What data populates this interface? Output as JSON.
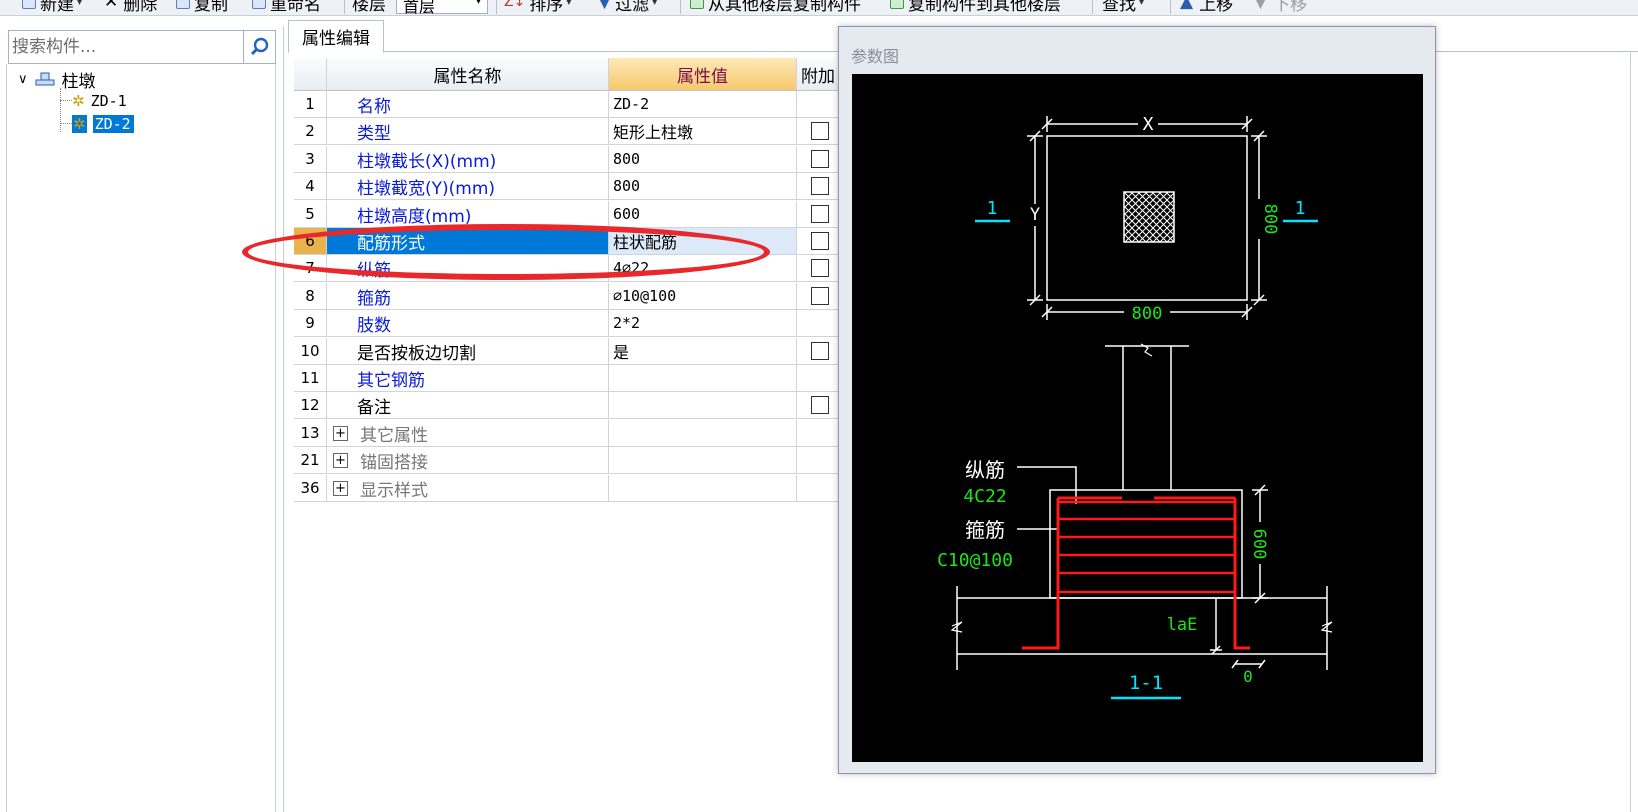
{
  "toolbar": {
    "new_label": "新建",
    "delete_label": "删除",
    "copy_label": "复制",
    "rename_label": "重命名",
    "floor_label": "楼层",
    "floor_value": "首层",
    "sort_label": "排序",
    "filter_label": "过滤",
    "copy_from_floor_label": "从其他楼层复制构件",
    "copy_to_floor_label": "复制构件到其他楼层",
    "find_label": "查找",
    "move_up_label": "上移",
    "move_down_label": "下移"
  },
  "search": {
    "placeholder": "搜索构件..."
  },
  "tree": {
    "root": {
      "label": "柱墩"
    },
    "children": [
      {
        "label": "ZD-1",
        "selected": false
      },
      {
        "label": "ZD-2",
        "selected": true
      }
    ]
  },
  "tabs": [
    {
      "label": "属性编辑"
    }
  ],
  "grid": {
    "headers": {
      "name": "属性名称",
      "value": "属性值",
      "extra": "附加"
    },
    "rows": [
      {
        "num": "1",
        "name": "名称",
        "value": "ZD-2",
        "check": false,
        "color": "blue"
      },
      {
        "num": "2",
        "name": "类型",
        "value": "矩形上柱墩",
        "check": true,
        "color": "blue"
      },
      {
        "num": "3",
        "name": "柱墩截长(X)(mm)",
        "value": "800",
        "check": true,
        "color": "blue"
      },
      {
        "num": "4",
        "name": "柱墩截宽(Y)(mm)",
        "value": "800",
        "check": true,
        "color": "blue"
      },
      {
        "num": "5",
        "name": "柱墩高度(mm)",
        "value": "600",
        "check": true,
        "color": "blue"
      },
      {
        "num": "6",
        "name": "配筋形式",
        "value": "柱状配筋",
        "check": true,
        "color": "blue",
        "selected": true
      },
      {
        "num": "7",
        "name": "纵筋",
        "value": "4⌀22",
        "check": true,
        "color": "blue"
      },
      {
        "num": "8",
        "name": "箍筋",
        "value": "⌀10@100",
        "check": true,
        "color": "blue"
      },
      {
        "num": "9",
        "name": "肢数",
        "value": "2*2",
        "check": false,
        "color": "blue"
      },
      {
        "num": "10",
        "name": "是否按板边切割",
        "value": "是",
        "check": true,
        "color": "black"
      },
      {
        "num": "11",
        "name": "其它钢筋",
        "value": "",
        "check": false,
        "color": "blue"
      },
      {
        "num": "12",
        "name": "备注",
        "value": "",
        "check": true,
        "color": "black"
      },
      {
        "num": "13",
        "name": "其它属性",
        "value": "",
        "check": false,
        "color": "gray",
        "group": true
      },
      {
        "num": "21",
        "name": "锚固搭接",
        "value": "",
        "check": false,
        "color": "gray",
        "group": true
      },
      {
        "num": "36",
        "name": "显示样式",
        "value": "",
        "check": false,
        "color": "gray",
        "group": true
      }
    ]
  },
  "param_window": {
    "title": "参数图",
    "drawing": {
      "plan_x": "X",
      "plan_y": "Y",
      "plan_width": "800",
      "plan_height": "800",
      "section_mark_left": "1",
      "section_mark_right": "1",
      "long_bar_label": "纵筋",
      "long_bar_value": "4C22",
      "stirrup_label": "箍筋",
      "stirrup_value": "C10@100",
      "height_dim": "600",
      "anchor_label": "laE",
      "zero_dim": "0",
      "section_title": "1-1"
    },
    "colors": {
      "cyan": "#00e5ff",
      "green": "#19e619",
      "white": "#ffffff",
      "red": "#ff1a1a"
    }
  },
  "highlight": {
    "color": "#e8282a"
  }
}
